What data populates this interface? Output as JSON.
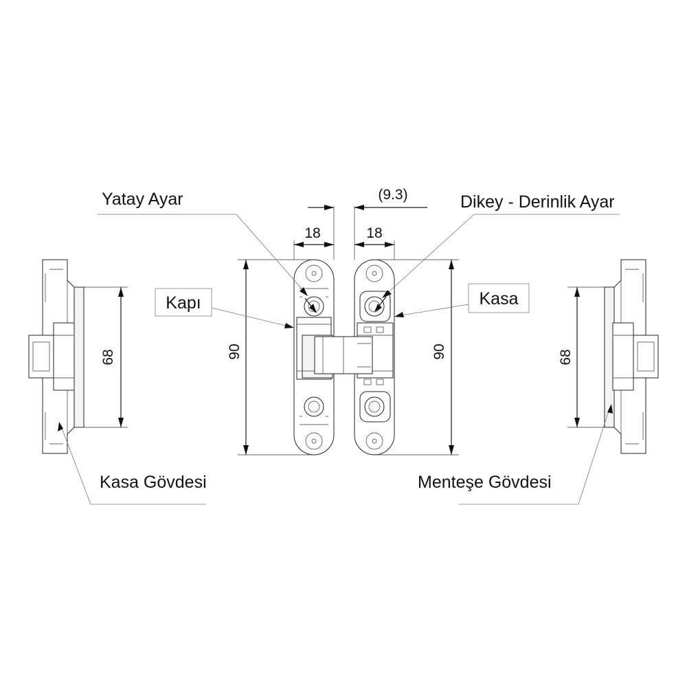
{
  "labels": {
    "yatay_ayar": "Yatay Ayar",
    "dikey_derinlik_ayar": "Dikey - Derinlik Ayar",
    "kapi": "Kapı",
    "kasa": "Kasa",
    "kasa_govdesi": "Kasa Gövdesi",
    "mentese_govdesi": "Menteşe Gövdesi"
  },
  "dimensions": {
    "offset": "(9.3)",
    "width_left": "18",
    "width_right": "18",
    "height_left": "90",
    "height_right": "90",
    "side_left": "68",
    "side_right": "68"
  },
  "colors": {
    "line": "#1a1a1a",
    "leader": "#777777",
    "background": "#ffffff"
  }
}
